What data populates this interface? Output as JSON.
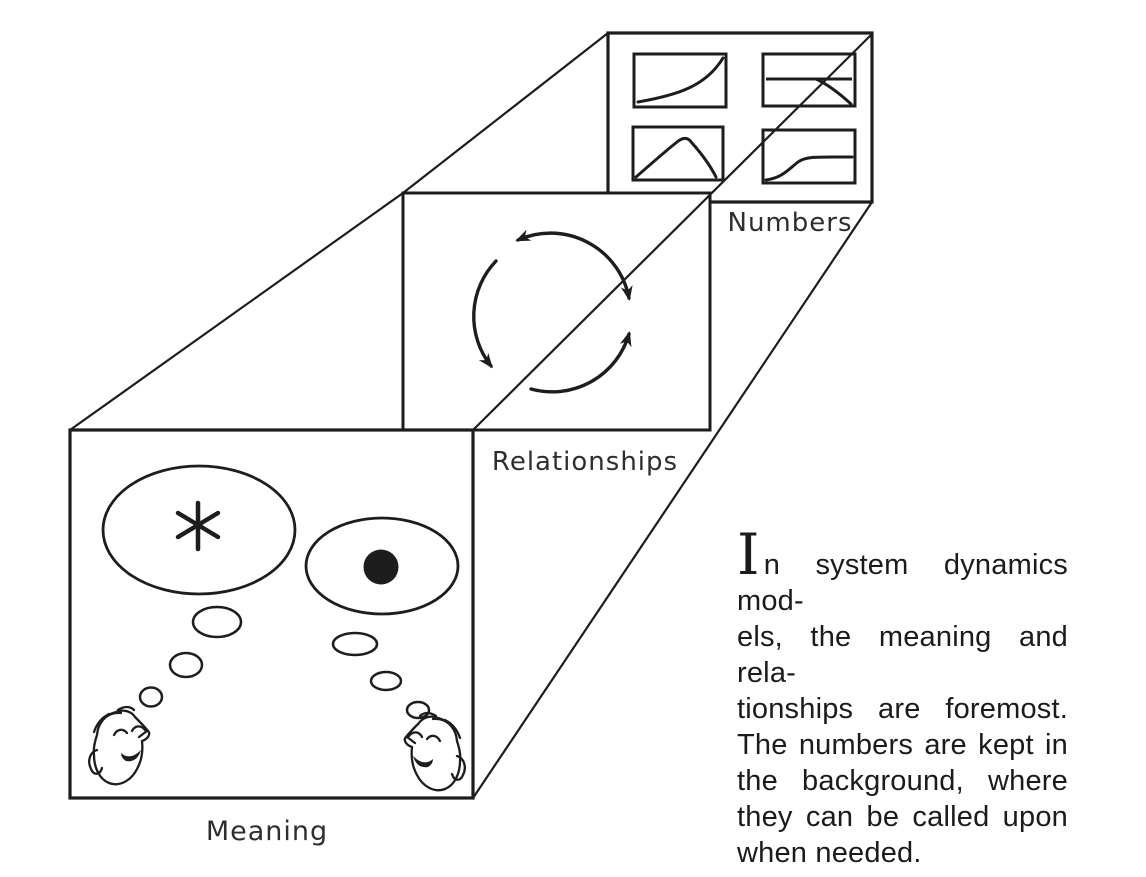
{
  "figure": {
    "background": "#ffffff",
    "ink": "#1d1d1d",
    "label_color": "#2e2e2e",
    "description": "Three planes of a system dynamics model drawn in perspective: Meaning (front), Relationships (middle), Numbers (back)"
  },
  "panels": {
    "meaning": {
      "label": "Meaning",
      "icons": [
        "thought-bubble-asterisk-icon",
        "thought-bubble-dot-icon",
        "upturned-face-left-icon",
        "upturned-face-right-icon"
      ]
    },
    "relationships": {
      "label": "Relationships",
      "icons": [
        "circular-feedback-arrows-icon"
      ]
    },
    "numbers": {
      "label": "Numbers",
      "icons": [
        "exponential-growth-graph-icon",
        "plateau-decline-graph-icon",
        "overshoot-collapse-graph-icon",
        "s-curve-growth-graph-icon"
      ]
    }
  },
  "caption": {
    "dropcap": "I",
    "lines": [
      "n system dynamics mod-",
      "els, the meaning and rela-",
      "tionships are foremost.",
      "The numbers are kept in",
      "the background, where",
      "they can be called upon",
      "when needed."
    ]
  }
}
